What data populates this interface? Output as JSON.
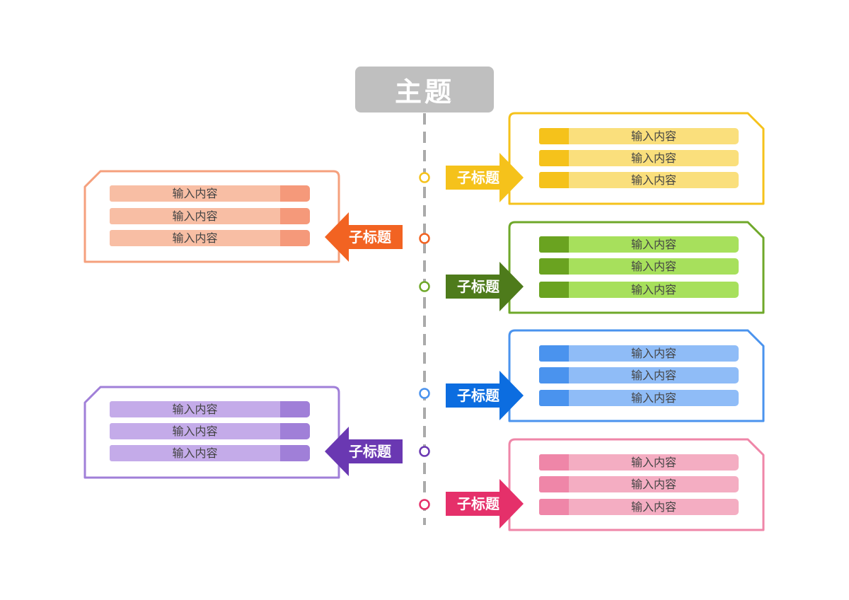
{
  "main_title": "主题",
  "branches": [
    {
      "side": "right",
      "label": "子标题",
      "items": [
        "输入内容",
        "输入内容",
        "输入内容"
      ],
      "colors": {
        "arrow": "#f5c21b",
        "border": "#f5c21b",
        "row": "#fadf7c",
        "mark": "#f5c21b",
        "node": "#f5c21b"
      }
    },
    {
      "side": "left",
      "label": "子标题",
      "items": [
        "输入内容",
        "输入内容",
        "输入内容"
      ],
      "colors": {
        "arrow": "#f26322",
        "border": "#f5a07d",
        "row": "#f8bea4",
        "mark": "#f5997a",
        "node": "#f26322"
      }
    },
    {
      "side": "right",
      "label": "子标题",
      "items": [
        "输入内容",
        "输入内容",
        "输入内容"
      ],
      "colors": {
        "arrow": "#4e7b1b",
        "border": "#6fa82a",
        "row": "#a7e05c",
        "mark": "#6aa320",
        "node": "#6fa82a"
      }
    },
    {
      "side": "right",
      "label": "子标题",
      "items": [
        "输入内容",
        "输入内容",
        "输入内容"
      ],
      "colors": {
        "arrow": "#0c6de0",
        "border": "#4a93ee",
        "row": "#8fbcf7",
        "mark": "#4a93ee",
        "node": "#4a93ee"
      }
    },
    {
      "side": "left",
      "label": "子标题",
      "items": [
        "输入内容",
        "输入内容",
        "输入内容"
      ],
      "colors": {
        "arrow": "#6a38b2",
        "border": "#a07fd8",
        "row": "#c4abe9",
        "mark": "#a07fd8",
        "node": "#6a38b2"
      }
    },
    {
      "side": "right",
      "label": "子标题",
      "items": [
        "输入内容",
        "输入内容",
        "输入内容"
      ],
      "colors": {
        "arrow": "#e5306a",
        "border": "#ef86a8",
        "row": "#f4adc2",
        "mark": "#ef86a8",
        "node": "#e5306a"
      }
    }
  ],
  "timeline_color": "#aaaaaa"
}
